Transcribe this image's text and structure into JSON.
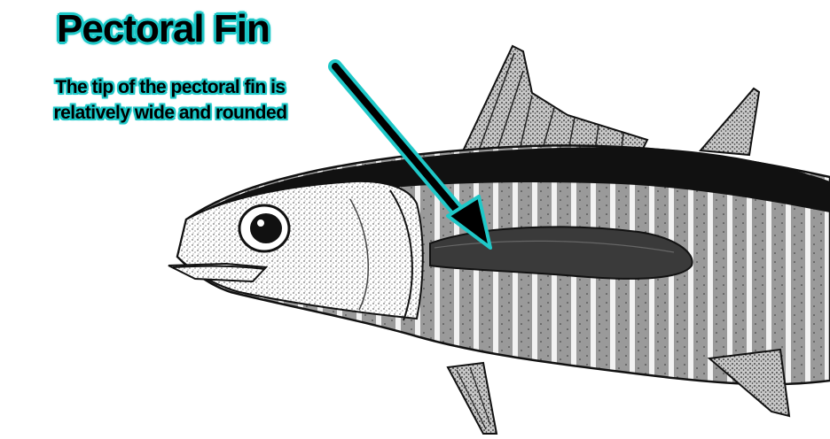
{
  "annotation": {
    "title": "Pectoral Fin",
    "note_line1": "The tip of the pectoral fin is",
    "note_line2": "relatively wide and rounded",
    "highlight_color": "#1fc8c8",
    "arrow_color": "#000000"
  },
  "illustration": {
    "subject": "fish-side-view",
    "style": "stippled black and white"
  }
}
